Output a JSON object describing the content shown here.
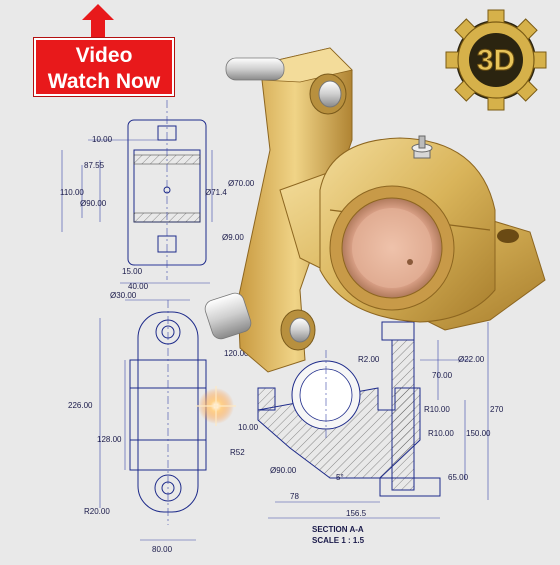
{
  "video_button": {
    "line1": "Video",
    "line2": "Watch Now"
  },
  "logo": {
    "text": "3D"
  },
  "section": {
    "title": "SECTION A-A",
    "scale": "SCALE 1 : 1.5"
  },
  "dims": {
    "d10": "10.00",
    "d110": "110.00",
    "d8755": "87.55",
    "dia90a": "Ø90.00",
    "dia70": "Ø70.00",
    "dia714": "Ø71.4",
    "dia9": "Ø9.00",
    "d15": "15.00",
    "d40": "40.00",
    "dia30": "Ø30.00",
    "d120": "120.00",
    "d226": "226.00",
    "d128": "128.00",
    "d20r": "R20.00",
    "d80": "80.00",
    "d10b": "10.00",
    "r52": "R52",
    "dia90b": "Ø90.00",
    "d78": "78",
    "d1565": "156.5",
    "d5": "5°",
    "r2": "R2.00",
    "dia22": "Ø22.00",
    "d70": "70.00",
    "d270": "270",
    "r10a": "R10.00",
    "r10b": "R10.00",
    "d150": "150.00",
    "d65": "65.00"
  },
  "colors": {
    "accent": "#e8191b",
    "line": "#1d2a8a",
    "brass": "#d9b45a"
  }
}
